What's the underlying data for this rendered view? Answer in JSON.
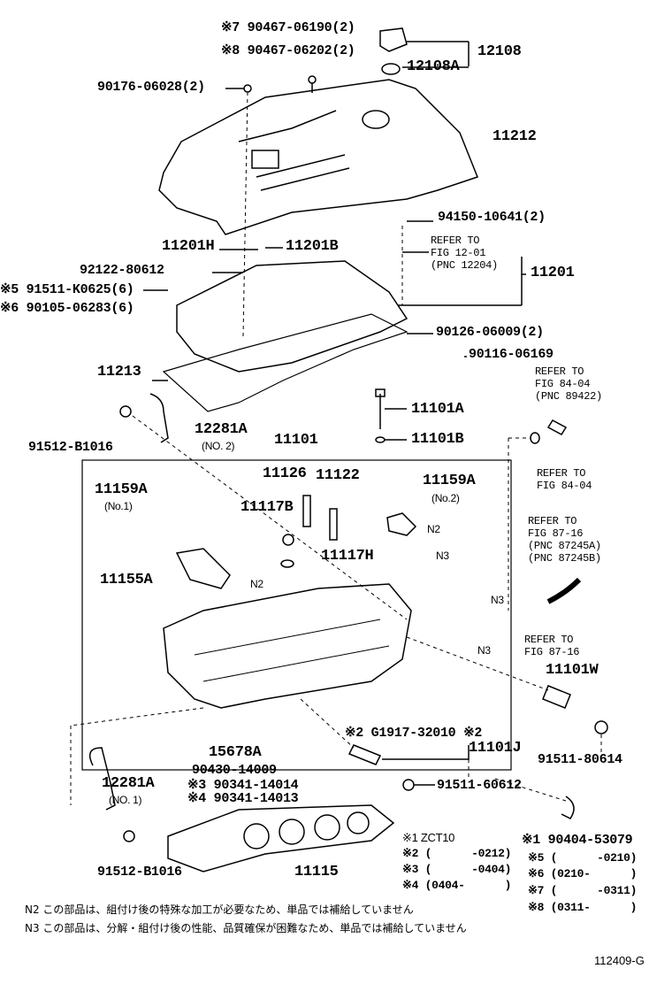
{
  "labels": {
    "p90467_06190": "※7 90467-06190(2)",
    "p90467_06202": "※8 90467-06202(2)",
    "p12108": "12108",
    "p12108A": "12108A",
    "p90176": "90176-06028(2)",
    "p11212": "11212",
    "p94150": "94150-10641(2)",
    "p11201": "11201",
    "p11201H": "11201H",
    "p11201B": "11201B",
    "p92122": "92122-80612",
    "p91511_K0625": "※5 91511-K0625(6)",
    "p90105": "※6 90105-06283(6)",
    "p90126": "90126-06009(2)",
    "p90116": "90116-06169",
    "p11213": "11213",
    "p11101A": "11101A",
    "p12281A_2": "12281A",
    "p12281A_2_no": "(NO. 2)",
    "p91512_top": "91512-B1016",
    "p11101": "11101",
    "p11101B": "11101B",
    "p11126": "11126",
    "p11122": "11122",
    "p11159A_1": "11159A",
    "p11159A_1_no": "(No.1)",
    "p11159A_2": "11159A",
    "p11159A_2_no": "(No.2)",
    "p11117B": "11117B",
    "p11117H": "11117H",
    "p11155A": "11155A",
    "n2a": "N2",
    "n2b": "N2",
    "n3a": "N3",
    "n3b": "N3",
    "n3c": "N3",
    "p11101W": "11101W",
    "pG1917": "※2 G1917-32010 ※2",
    "p11101J": "11101J",
    "p15678A": "15678A",
    "p91511_80614": "91511-80614",
    "p90430": "90430-14009",
    "p12281A_1": "12281A",
    "p12281A_1_no": "(NO. 1)",
    "p90341_14014": "※3 90341-14014",
    "p90341_14013": "※4 90341-14013",
    "p91511_60612": "91511-60612",
    "p90404": "※1 90404-53079",
    "p91512_bot": "91512-B1016",
    "p11115": "11115"
  },
  "refs": {
    "fig12_01": "REFER TO\nFIG 12-01\n(PNC 12204)",
    "fig84_04a": "REFER TO\nFIG 84-04\n(PNC 89422)",
    "fig84_04b": "REFER TO\nFIG 84-04",
    "fig87_16a": "REFER TO\nFIG 87-16\n(PNC 87245A)\n(PNC 87245B)",
    "fig87_16b": "REFER TO\nFIG 87-16"
  },
  "applicability": {
    "left": [
      "※1 ZCT10",
      "※2 (      -0212)",
      "※3 (      -0404)",
      "※4 (0404-      )"
    ],
    "right": [
      "※5 (      -0210)",
      "※6 (0210-      )",
      "※7 (      -0311)",
      "※8 (0311-      )"
    ]
  },
  "notes": {
    "n2": "N2  この部品は、組付け後の特殊な加工が必要なため、単品では補給していません",
    "n3": "N3  この部品は、分解・組付け後の性能、品質確保が困難なため、単品では補給していません"
  },
  "figure_id": "112409-G"
}
